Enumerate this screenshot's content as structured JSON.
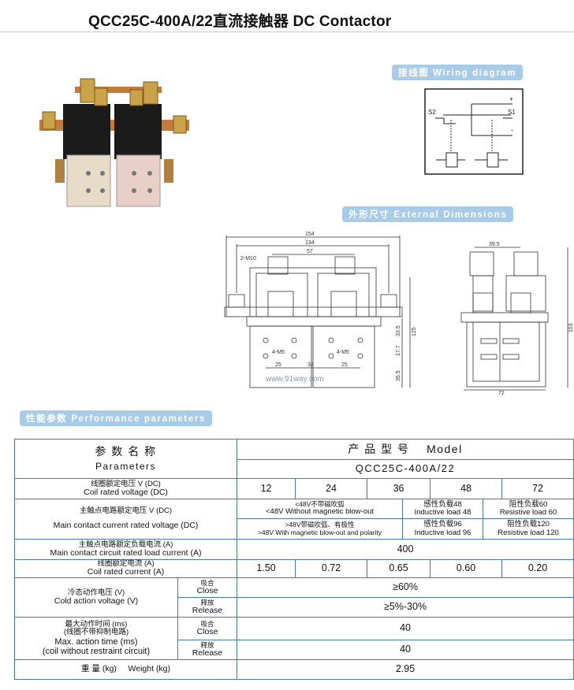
{
  "title": "QCC25C-400A/22直流接触器 DC Contactor",
  "sections": {
    "wiring": "接线图 Wiring diagram",
    "dimensions": "外形尺寸 External Dimensions",
    "performance": "性能参数 Performance parameters"
  },
  "wiring_labels": {
    "s1": "S1",
    "s2": "S2",
    "plus": "+",
    "minus": "-"
  },
  "front_dims": {
    "d154": "154",
    "d134": "134",
    "d57": "57",
    "m10": "2-M10",
    "m5a": "4-M5",
    "m5b": "4-M5",
    "d25a": "25",
    "d32": "32",
    "d25b": "25",
    "d33": "33.5",
    "d17": "17.7",
    "d35": "35.5",
    "d125": "125",
    "watermark": "www.91way.com"
  },
  "side_dims": {
    "d39": "39.5",
    "d153": "153",
    "d72": "72"
  },
  "table": {
    "param_cn": "参 数 名 称",
    "param_en": "Parameters",
    "model_header": "产 品 型 号    Model",
    "model": "QCC25C-400A/22",
    "coil_voltage": {
      "cn": "线圈额定电压 V (DC)",
      "en": "Coil rated voltage (DC)",
      "values": [
        "12",
        "24",
        "36",
        "48",
        "72"
      ]
    },
    "main_voltage": {
      "cn": "主触点电路额定电压 V (DC)",
      "en": "Main contact current rated voltage (DC)",
      "row1": {
        "a_cn": "<48V不带磁吹弧",
        "a_en": "<48V Without magnetic blow-out",
        "b_cn": "感性负载48",
        "b_en": "Inductive load 48",
        "c_cn": "阻性负载60",
        "c_en": "Resistive load 60"
      },
      "row2": {
        "a_cn": ">48V带磁吹弧、有极性",
        "a_en": ">48V With magnetic blow-out and polarity",
        "b_cn": "感性负载96",
        "b_en": "Inductive load 96",
        "c_cn": "阻性负载120",
        "c_en": "Resistive load 120"
      }
    },
    "load_current": {
      "cn": "主触点电路额定负载电流 (A)",
      "en": "Main contact circuit rated load current (A)",
      "value": "400"
    },
    "coil_current": {
      "cn": "线圈额定电流 (A)",
      "en": "Coil rated current (A)",
      "values": [
        "1.50",
        "0.72",
        "0.65",
        "0.60",
        "0.20"
      ]
    },
    "cold_voltage": {
      "cn": "冷态动作电压 (V)",
      "en": "Cold action voltage (V)",
      "close_cn": "吸合",
      "close_en": "Close",
      "close_value": "≥60%",
      "release_cn": "释放",
      "release_en": "Release",
      "release_value": "≥5%-30%"
    },
    "action_time": {
      "cn1": "最大动作时间 (ms)",
      "cn2": "(线圈不带抑制电路)",
      "en1": "Max. action time (ms)",
      "en2": "(coil without restraint circuit)",
      "close_cn": "吸合",
      "close_en": "Close",
      "close_value": "40",
      "release_cn": "释放",
      "release_en": "Release",
      "release_value": "40"
    },
    "weight": {
      "label": "重 量 (kg)     Weight (kg)",
      "value": "2.95"
    }
  }
}
